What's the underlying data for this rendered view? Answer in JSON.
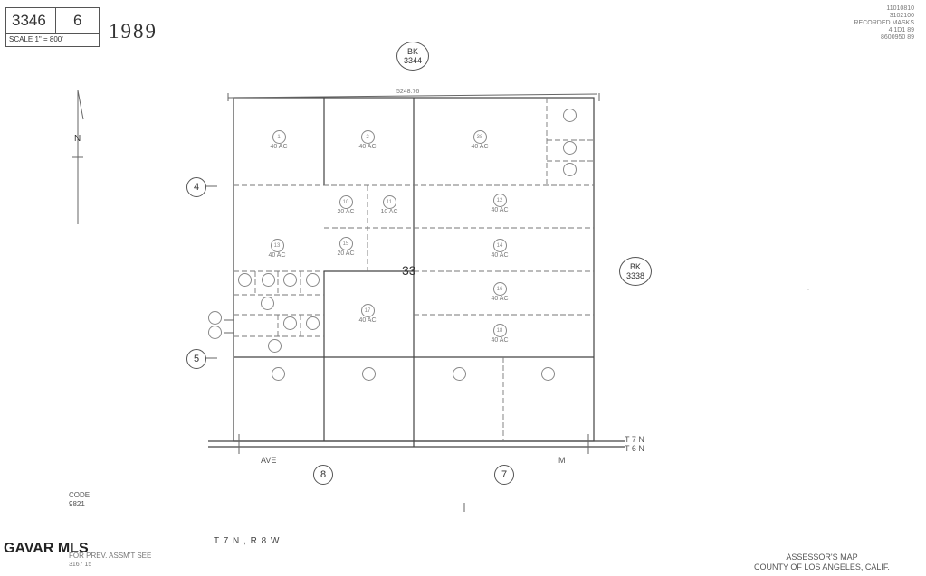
{
  "header": {
    "book": "3346",
    "page": "6",
    "scale": "SCALE 1\" = 800'",
    "year": "1989"
  },
  "top_right_notes": [
    "11010810",
    "3102100",
    "RECORDED MASKS",
    "4 1D1 89",
    "8600950 89"
  ],
  "bk_top": {
    "label": "BK",
    "number": "3344"
  },
  "bk_right": {
    "label": "BK",
    "number": "3338"
  },
  "section_number": "33",
  "north_label": "N",
  "left_circles": [
    "4",
    "5"
  ],
  "bottom_circles": [
    "8",
    "7"
  ],
  "road": {
    "left": "AVE",
    "right": "M"
  },
  "township_right": [
    "T 7 N",
    "T 6 N"
  ],
  "township_bottom": "T 7 N , R 8 W",
  "code": {
    "label": "CODE",
    "value": "9821"
  },
  "watermark": "GAVAR MLS",
  "prev_assmt": "FOR PREV. ASSM'T SEE",
  "prev_assmt_ref": "3167 15",
  "footer": {
    "line1": "ASSESSOR'S MAP",
    "line2": "COUNTY OF LOS ANGELES, CALIF."
  },
  "top_dimension": "5248.76",
  "parcels": [
    {
      "num": "1",
      "area": "40 AC"
    },
    {
      "num": "2",
      "area": "40 AC"
    },
    {
      "num": "38",
      "area": "40 AC"
    },
    {
      "num": "10",
      "area": "20 AC"
    },
    {
      "num": "11",
      "area": "10 AC"
    },
    {
      "num": "12",
      "area": "40 AC"
    },
    {
      "num": "13",
      "area": "40 AC"
    },
    {
      "num": "14",
      "area": "40 AC"
    },
    {
      "num": "15",
      "area": "20 AC"
    },
    {
      "num": "16",
      "area": "40 AC"
    },
    {
      "num": "17",
      "area": "40 AC"
    },
    {
      "num": "18",
      "area": "40 AC"
    }
  ]
}
